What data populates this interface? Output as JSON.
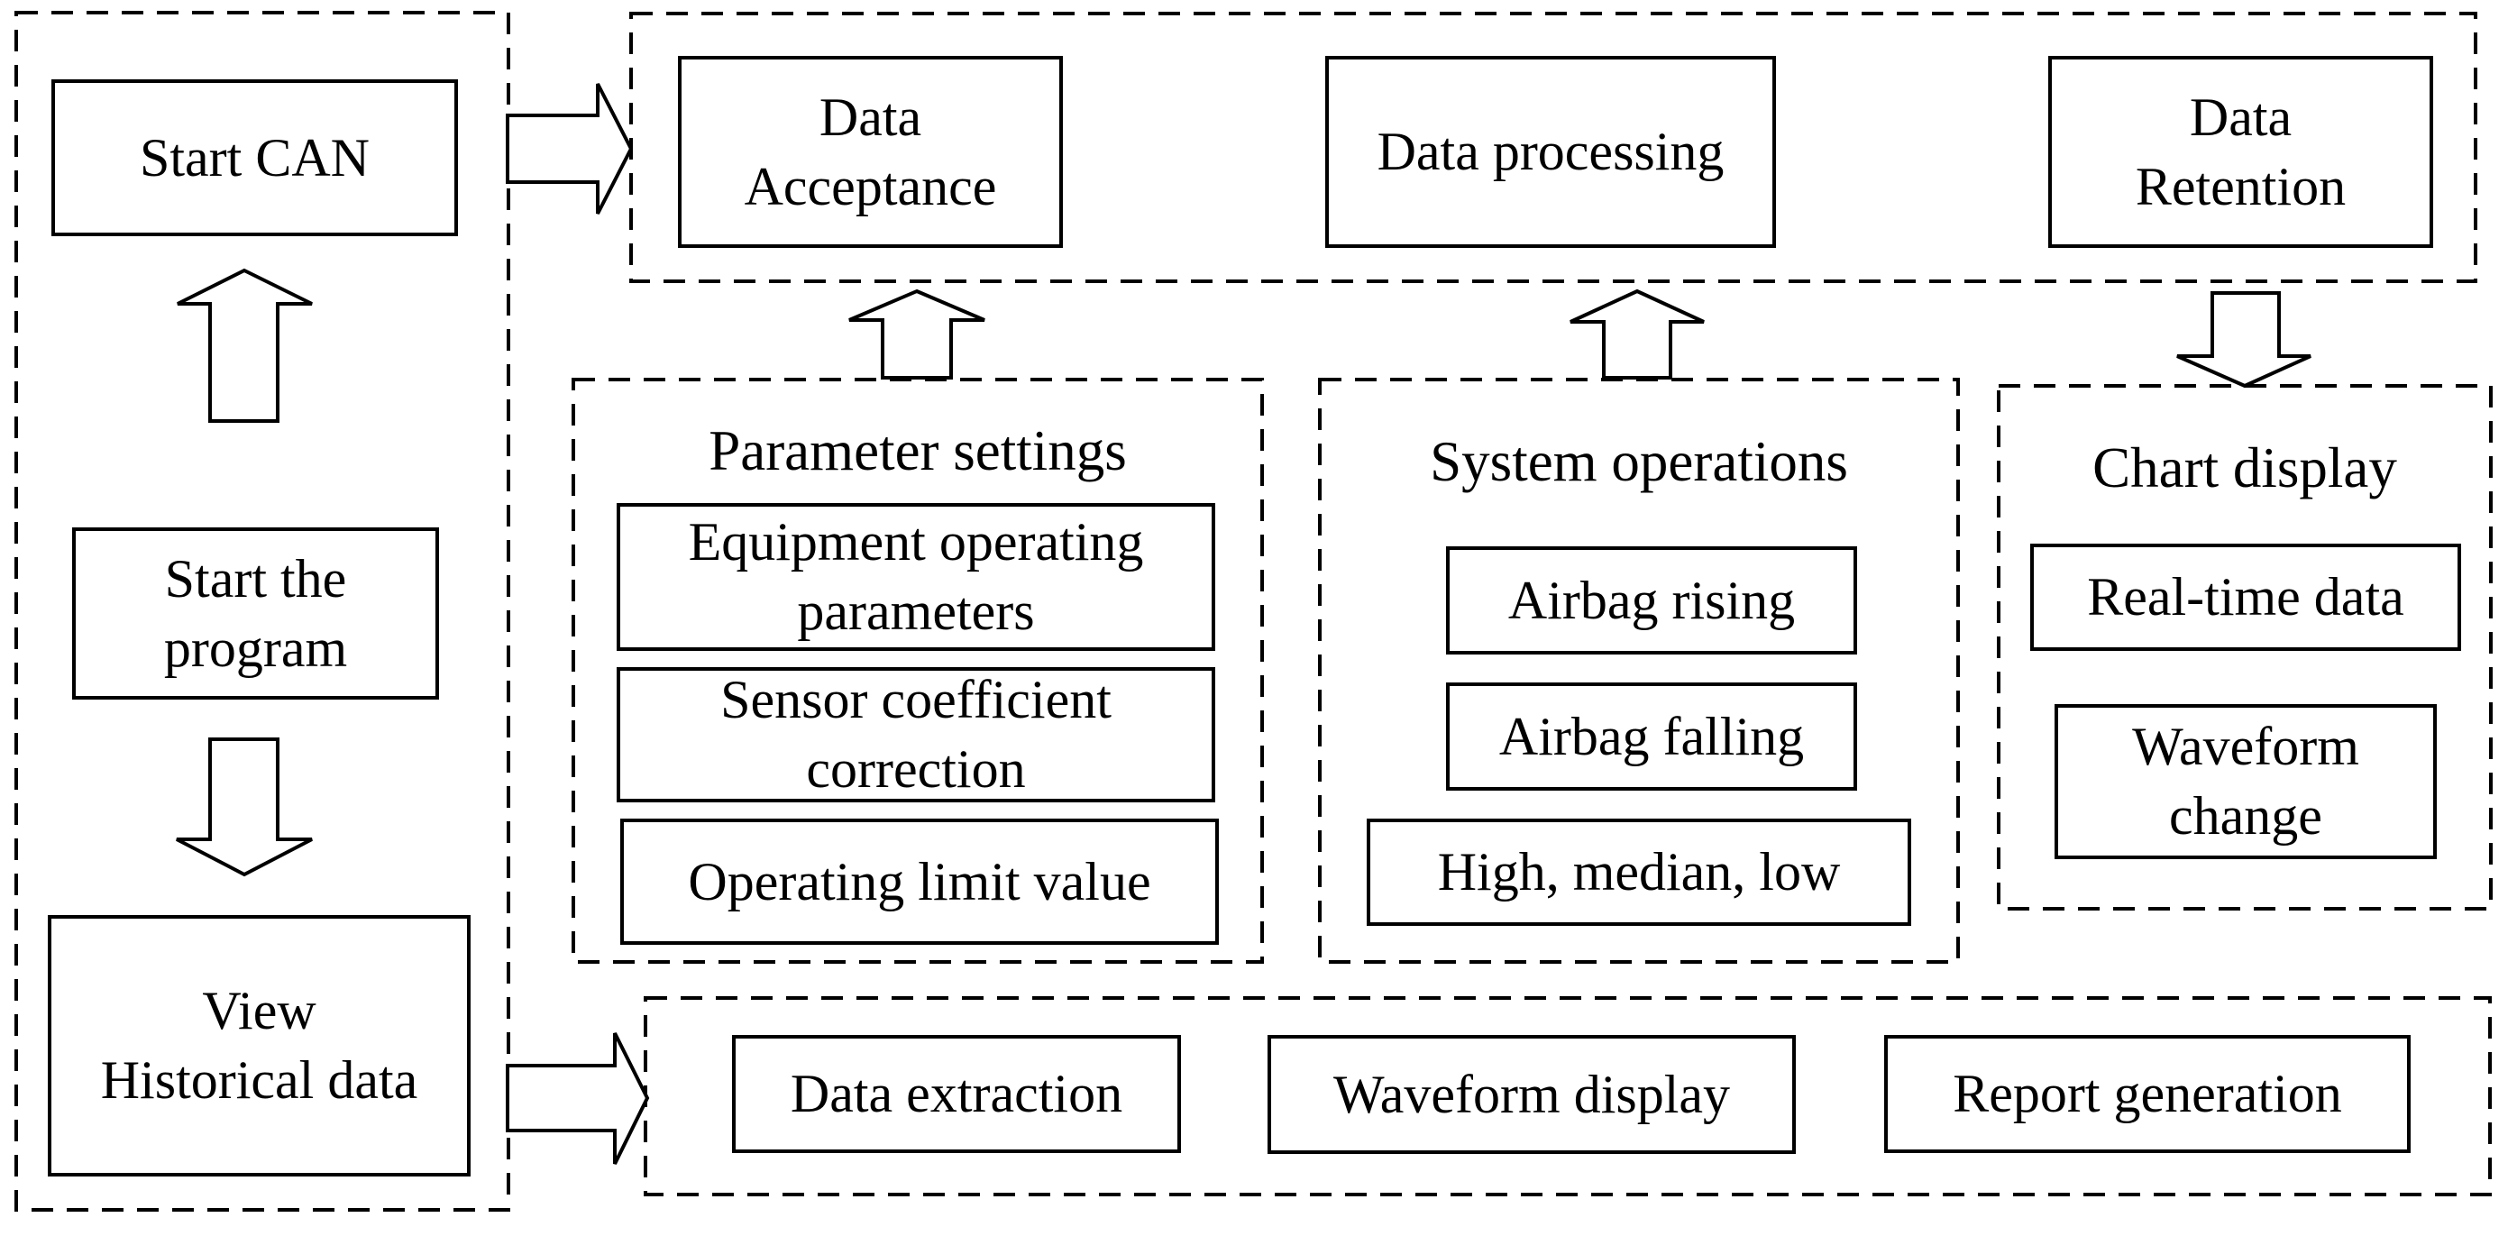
{
  "figure": {
    "type": "flowchart",
    "colors": {
      "line": "#000000",
      "background": "#ffffff",
      "text": "#000000"
    },
    "left_panel": {
      "start_can": "Start CAN",
      "start_program": "Start the\nprogram",
      "view_historical": "View\nHistorical data"
    },
    "pipeline": {
      "data_acceptance": "Data\nAcceptance",
      "data_processing": "Data processing",
      "data_retention": "Data\nRetention"
    },
    "parameter_settings": {
      "title": "Parameter settings",
      "items": [
        "Equipment operating\nparameters",
        "Sensor coefficient\ncorrection",
        "Operating limit value"
      ]
    },
    "system_operations": {
      "title": "System operations",
      "items": [
        "Airbag rising",
        "Airbag falling",
        "High, median, low"
      ]
    },
    "chart_display": {
      "title": "Chart display",
      "items": [
        "Real-time data",
        "Waveform\nchange"
      ]
    },
    "history_functions": {
      "items": [
        "Data extraction",
        "Waveform display",
        "Report generation"
      ]
    }
  }
}
